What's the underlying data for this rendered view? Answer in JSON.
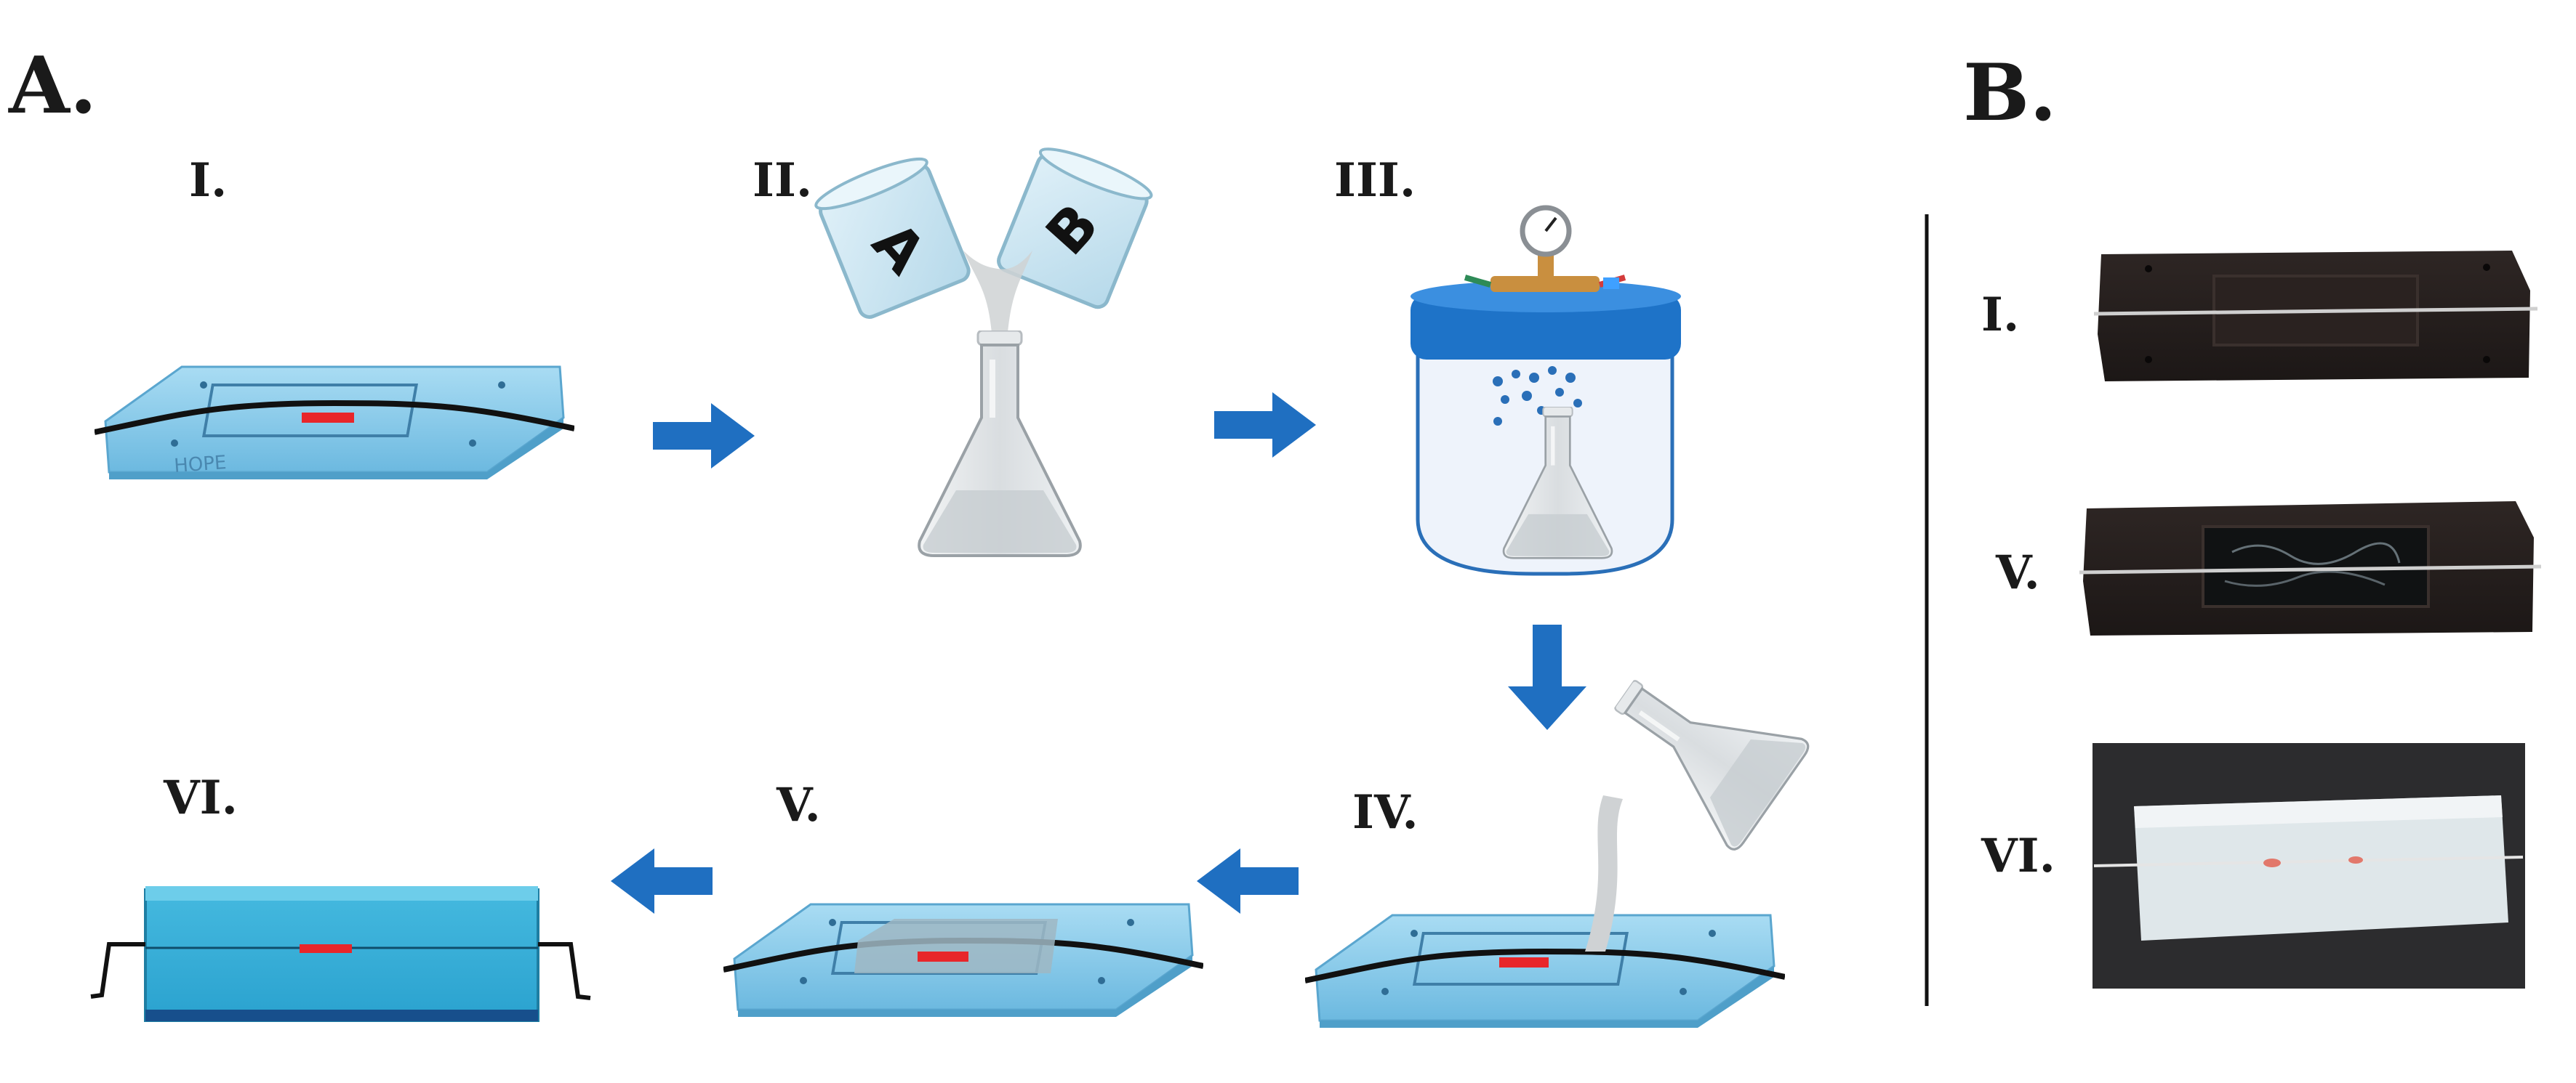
{
  "panel_a": {
    "label": "A."
  },
  "panel_b": {
    "label": "B."
  },
  "steps_a": {
    "s1": "I.",
    "s2": "II.",
    "s3": "III.",
    "s4": "IV.",
    "s5": "V.",
    "s6": "VI."
  },
  "steps_b": {
    "s1": "I.",
    "s5": "V.",
    "s6": "VI."
  },
  "cups": {
    "a": "A",
    "b": "B"
  },
  "mold_label": "HOPE",
  "colors": {
    "mold": "#7fc6e8",
    "arrow": "#1f6fc1",
    "fiber": "#111111",
    "red": "#e8262a",
    "jar_lid": "#1e73c8",
    "block": "#3fb6dc"
  }
}
